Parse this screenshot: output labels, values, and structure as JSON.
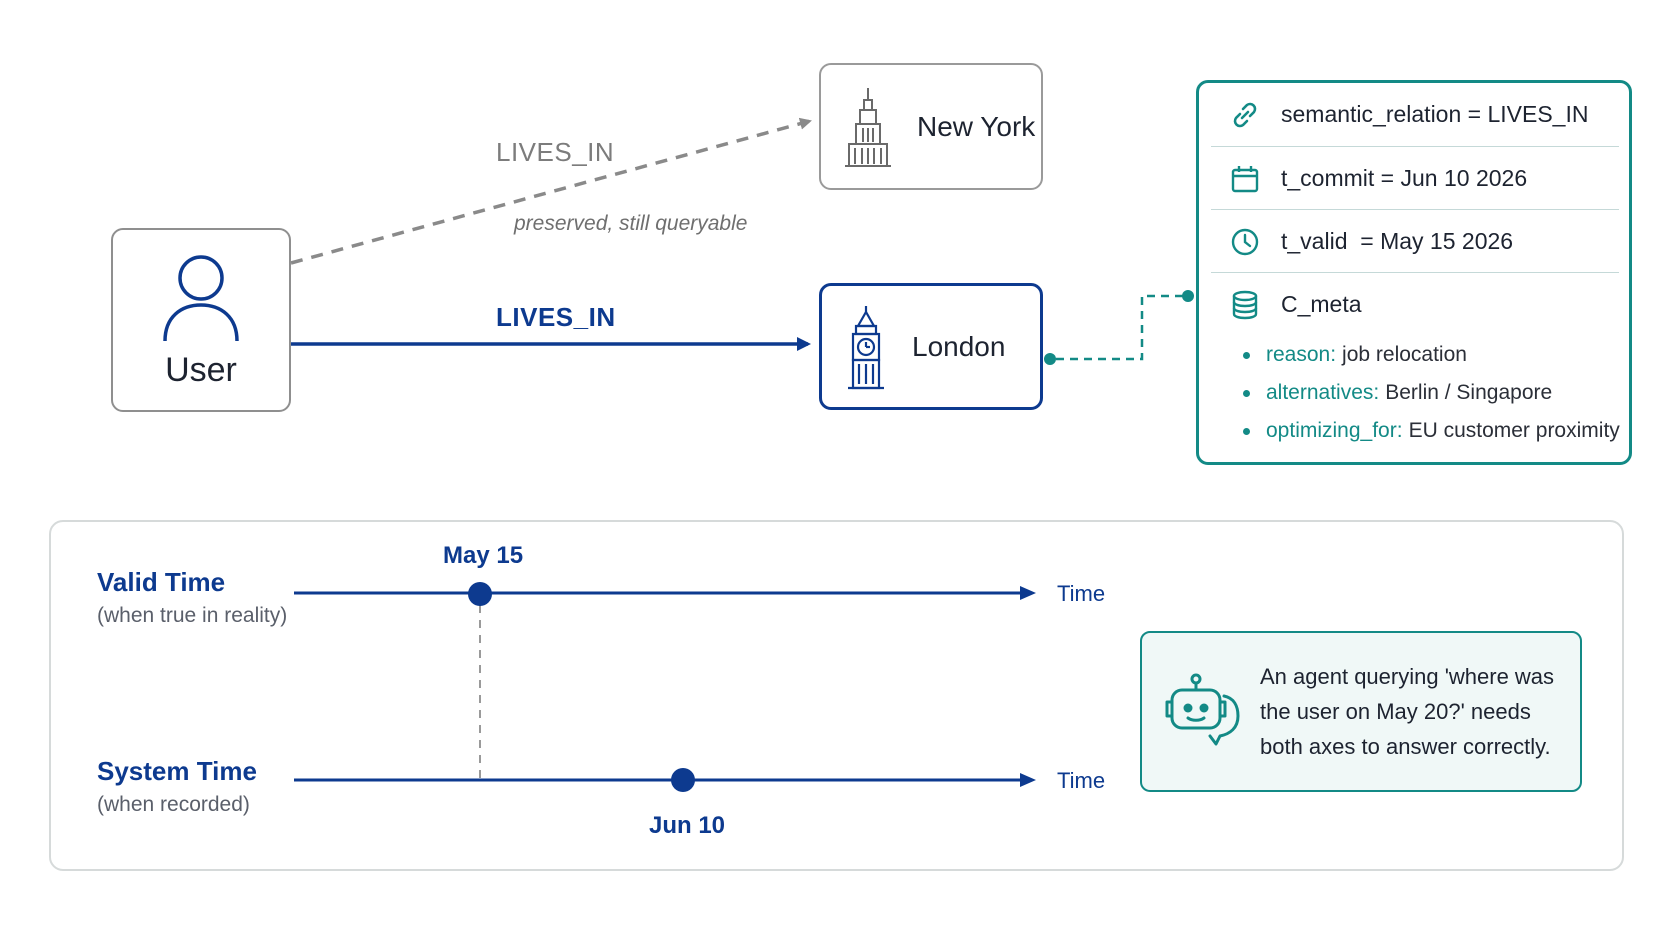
{
  "graph": {
    "user": {
      "label": "User",
      "icon": "user-icon"
    },
    "old_city": {
      "label": "New York",
      "icon": "empire-state-building-icon"
    },
    "new_city": {
      "label": "London",
      "icon": "big-ben-icon"
    },
    "old_edge": {
      "label": "LIVES_IN",
      "note": "preserved, still queryable",
      "style": "dashed",
      "color": "#7c7c7c"
    },
    "new_edge": {
      "label": "LIVES_IN",
      "style": "solid",
      "color": "#0d3a8f"
    }
  },
  "metadata": {
    "accent": "#138a86",
    "rows": [
      {
        "icon": "link-icon",
        "text": "semantic_relation = LIVES_IN"
      },
      {
        "icon": "calendar-icon",
        "text": "t_commit = Jun 10 2026"
      },
      {
        "icon": "clock-icon",
        "text": "t_valid  = May 15 2026"
      },
      {
        "icon": "database-icon",
        "text": "C_meta"
      }
    ],
    "items": [
      {
        "key": "reason:",
        "value": "job relocation"
      },
      {
        "key": "alternatives:",
        "value": "Berlin / Singapore"
      },
      {
        "key": "optimizing_for:",
        "value": "EU customer proximity"
      }
    ]
  },
  "timeline": {
    "valid": {
      "title": "Valid Time",
      "subtitle": "(when true in reality)",
      "axis_label": "Time",
      "event": "May 15"
    },
    "system": {
      "title": "System Time",
      "subtitle": "(when recorded)",
      "axis_label": "Time",
      "event": "Jun 10"
    },
    "color": "#0d3a8f"
  },
  "agent": {
    "icon": "robot-chat-icon",
    "text": "An agent querying 'where was the user on May 20?' needs both axes to answer correctly."
  }
}
